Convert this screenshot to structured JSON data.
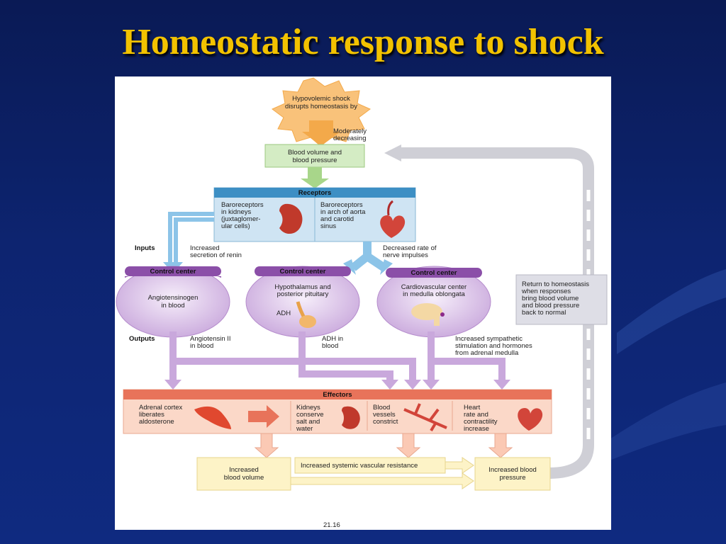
{
  "slide": {
    "title": "Homeostatic response to shock"
  },
  "figure": {
    "stimulus": [
      "Hypovolemic shock",
      "disrupts homeostasis by"
    ],
    "moderately": [
      "Moderately",
      "decreasing"
    ],
    "controlled_condition": [
      "Blood volume and",
      "blood pressure"
    ],
    "receptors": {
      "header": "Receptors",
      "kidney": [
        "Baroreceptors",
        "in kidneys",
        "(juxtaglomer-",
        "ular cells)"
      ],
      "aorta": [
        "Baroreceptors",
        "in arch of aorta",
        "and carotid",
        "sinus"
      ]
    },
    "inputs_label": "Inputs",
    "outputs_label": "Outputs",
    "input_renin": [
      "Increased",
      "secretion of renin"
    ],
    "input_nerve": [
      "Decreased rate of",
      "nerve impulses"
    ],
    "control_center_label": "Control center",
    "cc1": [
      "Angiotensinogen",
      "in blood"
    ],
    "cc2": [
      "Hypothalamus and",
      "posterior pituitary"
    ],
    "cc2_adh": "ADH",
    "cc3": [
      "Cardiovascular center",
      "in medulla oblongata"
    ],
    "return": [
      "Return to homeostasis",
      "when responses",
      "bring blood volume",
      "and blood pressure",
      "back to normal"
    ],
    "out1": [
      "Angiotensin II",
      "in blood"
    ],
    "out2": [
      "ADH in",
      "blood"
    ],
    "out3": [
      "Increased sympathetic",
      "stimulation and hormones",
      "from adrenal medulla"
    ],
    "effectors": {
      "header": "Effectors",
      "adrenal": [
        "Adrenal cortex",
        "liberates",
        "aldosterone"
      ],
      "kidneys": [
        "Kidneys",
        "conserve",
        "salt and",
        "water"
      ],
      "vessels": [
        "Blood",
        "vessels",
        "constrict"
      ],
      "heart": [
        "Heart",
        "rate and",
        "contractility",
        "increase"
      ]
    },
    "resp_volume": [
      "Increased",
      "blood volume"
    ],
    "resp_resistance": "Increased systemic vascular resistance",
    "resp_pressure": [
      "Increased blood",
      "pressure"
    ],
    "figure_number": "21.16"
  },
  "colors": {
    "title": "#f2c200",
    "receptor_header": "#3d8fc4",
    "receptor_body": "#cfe4f3",
    "effector_header": "#e8735a",
    "effector_body": "#fbd8c8",
    "control_ellipse": "#d9c3e6",
    "arrow_purple": "#c9a8dc",
    "arrow_blue": "#8cc4e8",
    "green_box": "#d4ecc4",
    "yellow_box": "#fdf3c7"
  }
}
